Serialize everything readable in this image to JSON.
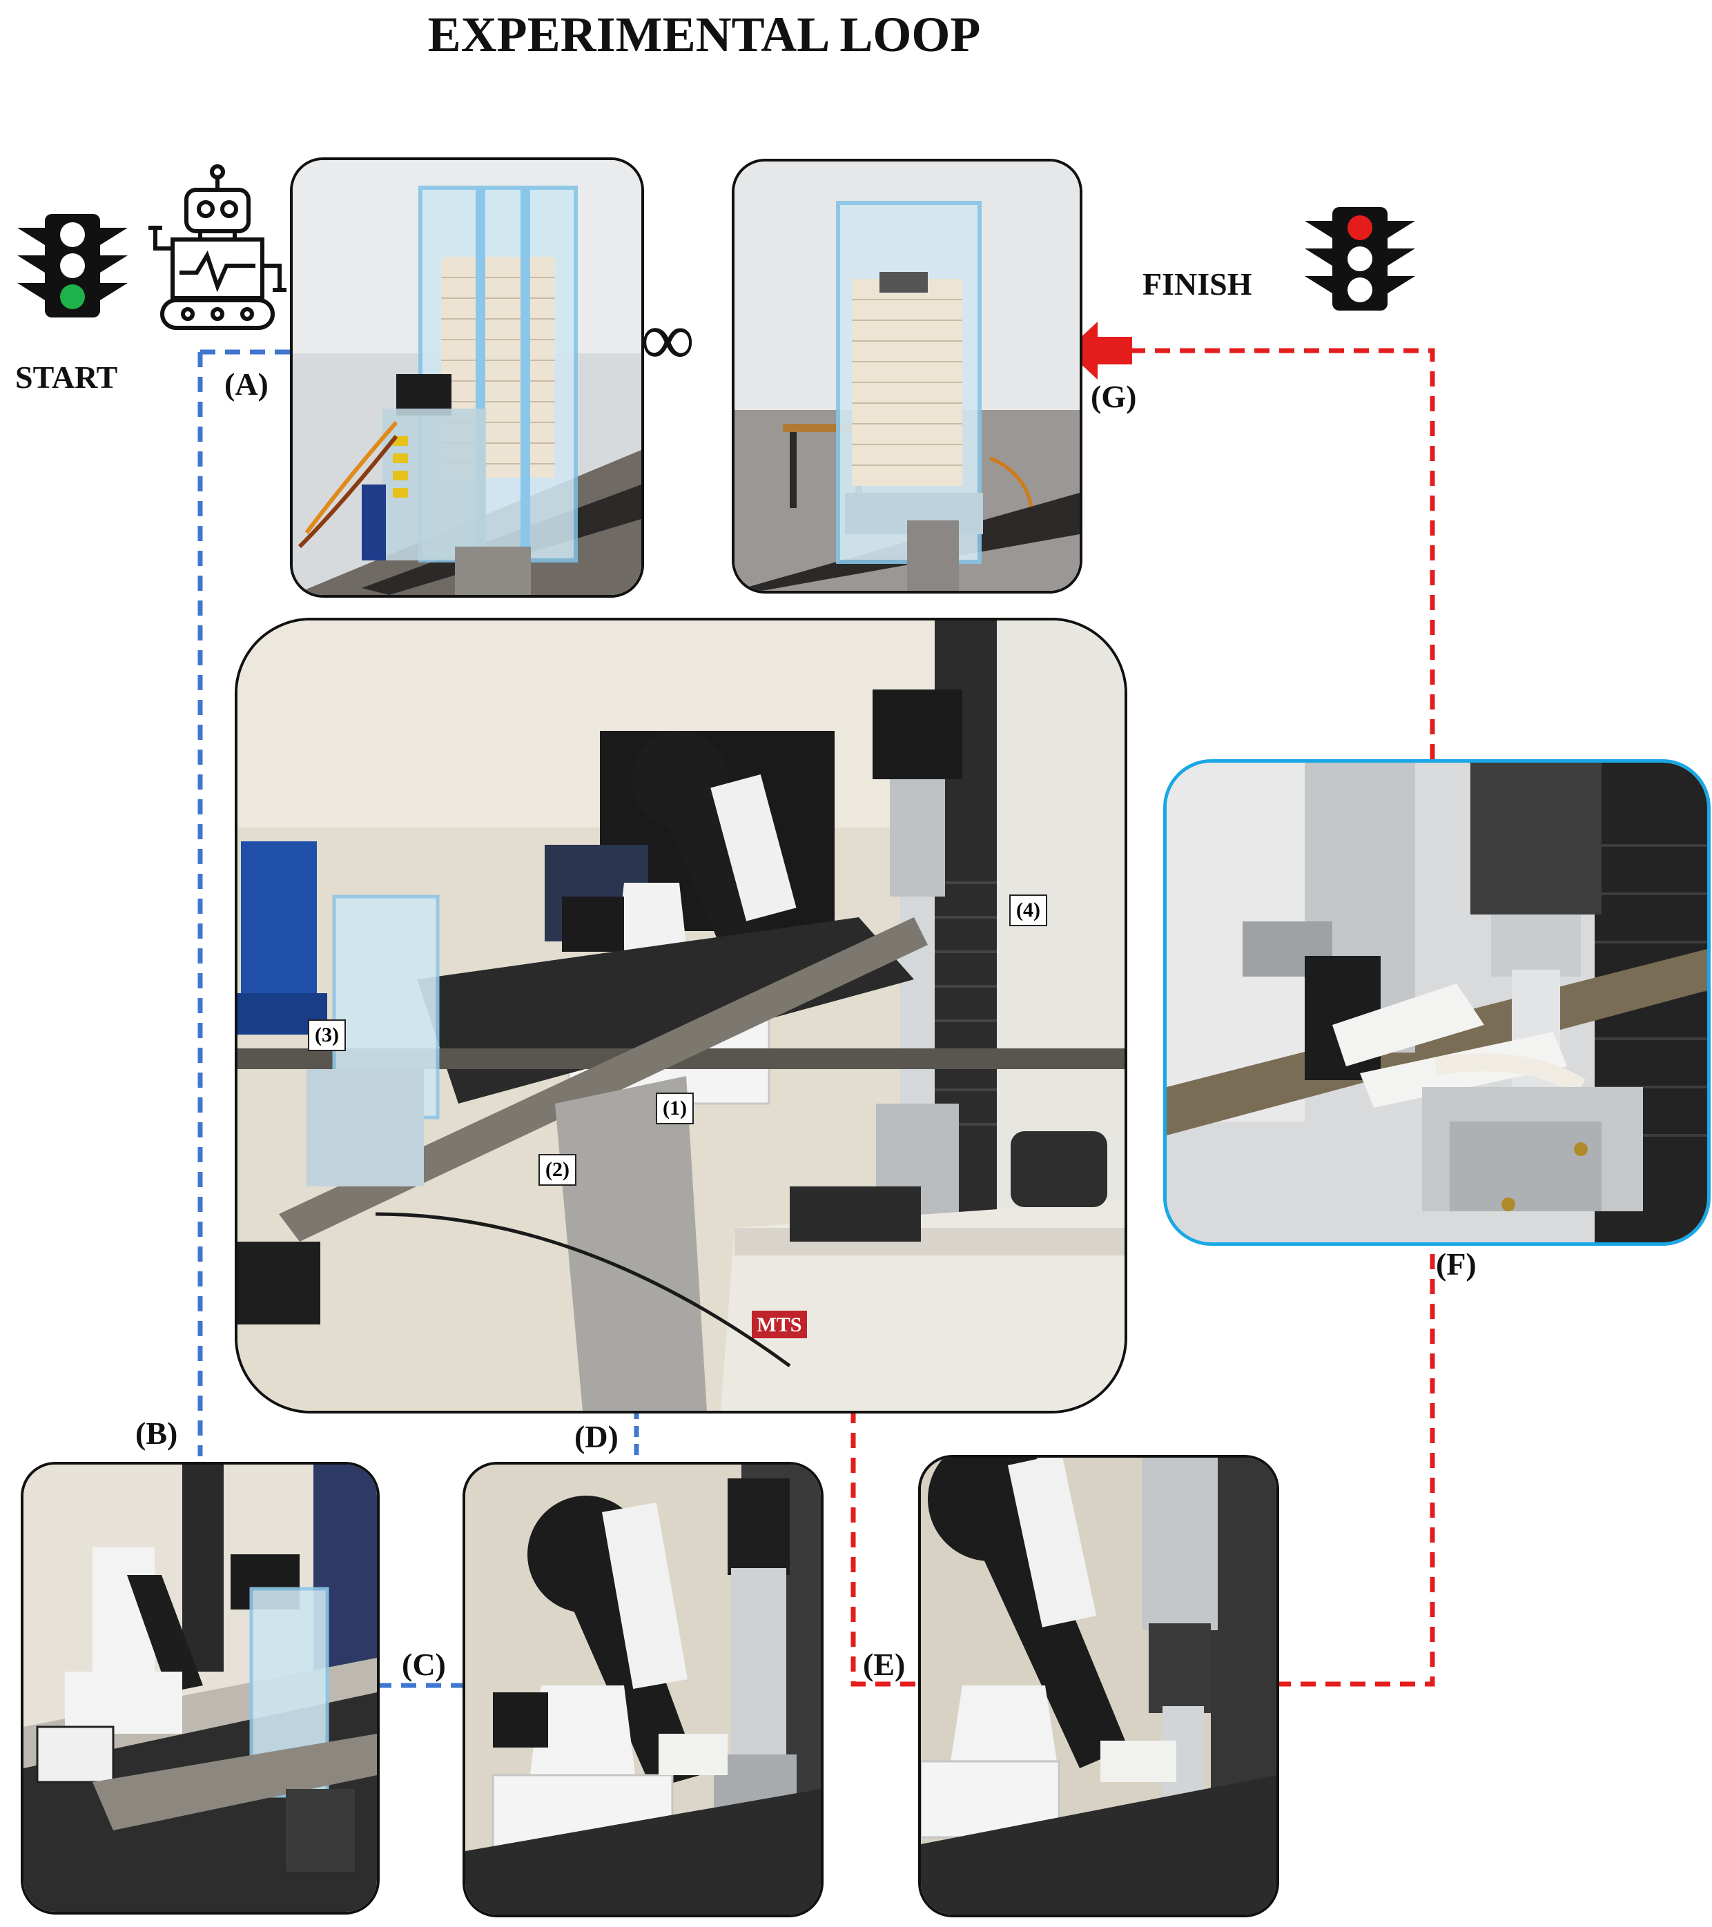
{
  "title": "EXPERIMENTAL LOOP",
  "start_label": "START",
  "finish_label": "FINISH",
  "infinity_symbol": "∞",
  "steps": {
    "a": "(A)",
    "b": "(B)",
    "c": "(C)",
    "d": "(D)",
    "e": "(E)",
    "f": "(F)",
    "g": "(G)"
  },
  "callouts": {
    "c1": "(1)",
    "c2": "(2)",
    "c3": "(3)",
    "c4": "(4)"
  },
  "brand_mark": "MTS",
  "colors": {
    "blue_path": "#3f77d0",
    "red_path": "#e51c1c",
    "photo_border": "#111111",
    "detail_border": "#1aa7e6"
  },
  "icons": [
    "traffic-light-green-icon",
    "robot-icon",
    "traffic-light-red-icon",
    "arrow-left-blue-icon",
    "arrow-left-red-icon"
  ]
}
